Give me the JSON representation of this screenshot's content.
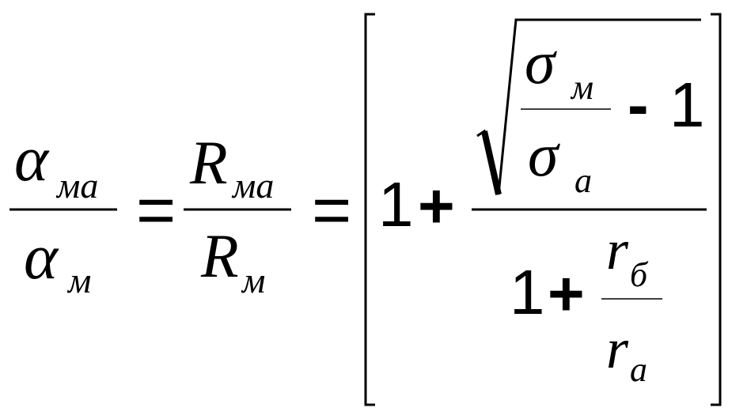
{
  "formula": {
    "left_fraction": {
      "num_symbol": "α",
      "num_sub": "ма",
      "den_symbol": "α",
      "den_sub": "м"
    },
    "eq1": "=",
    "mid_fraction": {
      "num_symbol": "R",
      "num_sub": "ма",
      "den_symbol": "R",
      "den_sub": "м"
    },
    "eq2": "=",
    "bracket": {
      "one": "1",
      "plus": "+",
      "sqrt": {
        "num_symbol": "σ",
        "num_sub": "м",
        "den_symbol": "σ",
        "den_sub": "a",
        "minus": "-",
        "one": "1"
      },
      "denominator": {
        "one": "1",
        "plus": "+",
        "num_symbol": "r",
        "num_sub": "б",
        "den_symbol": "r",
        "den_sub": "a"
      }
    }
  }
}
